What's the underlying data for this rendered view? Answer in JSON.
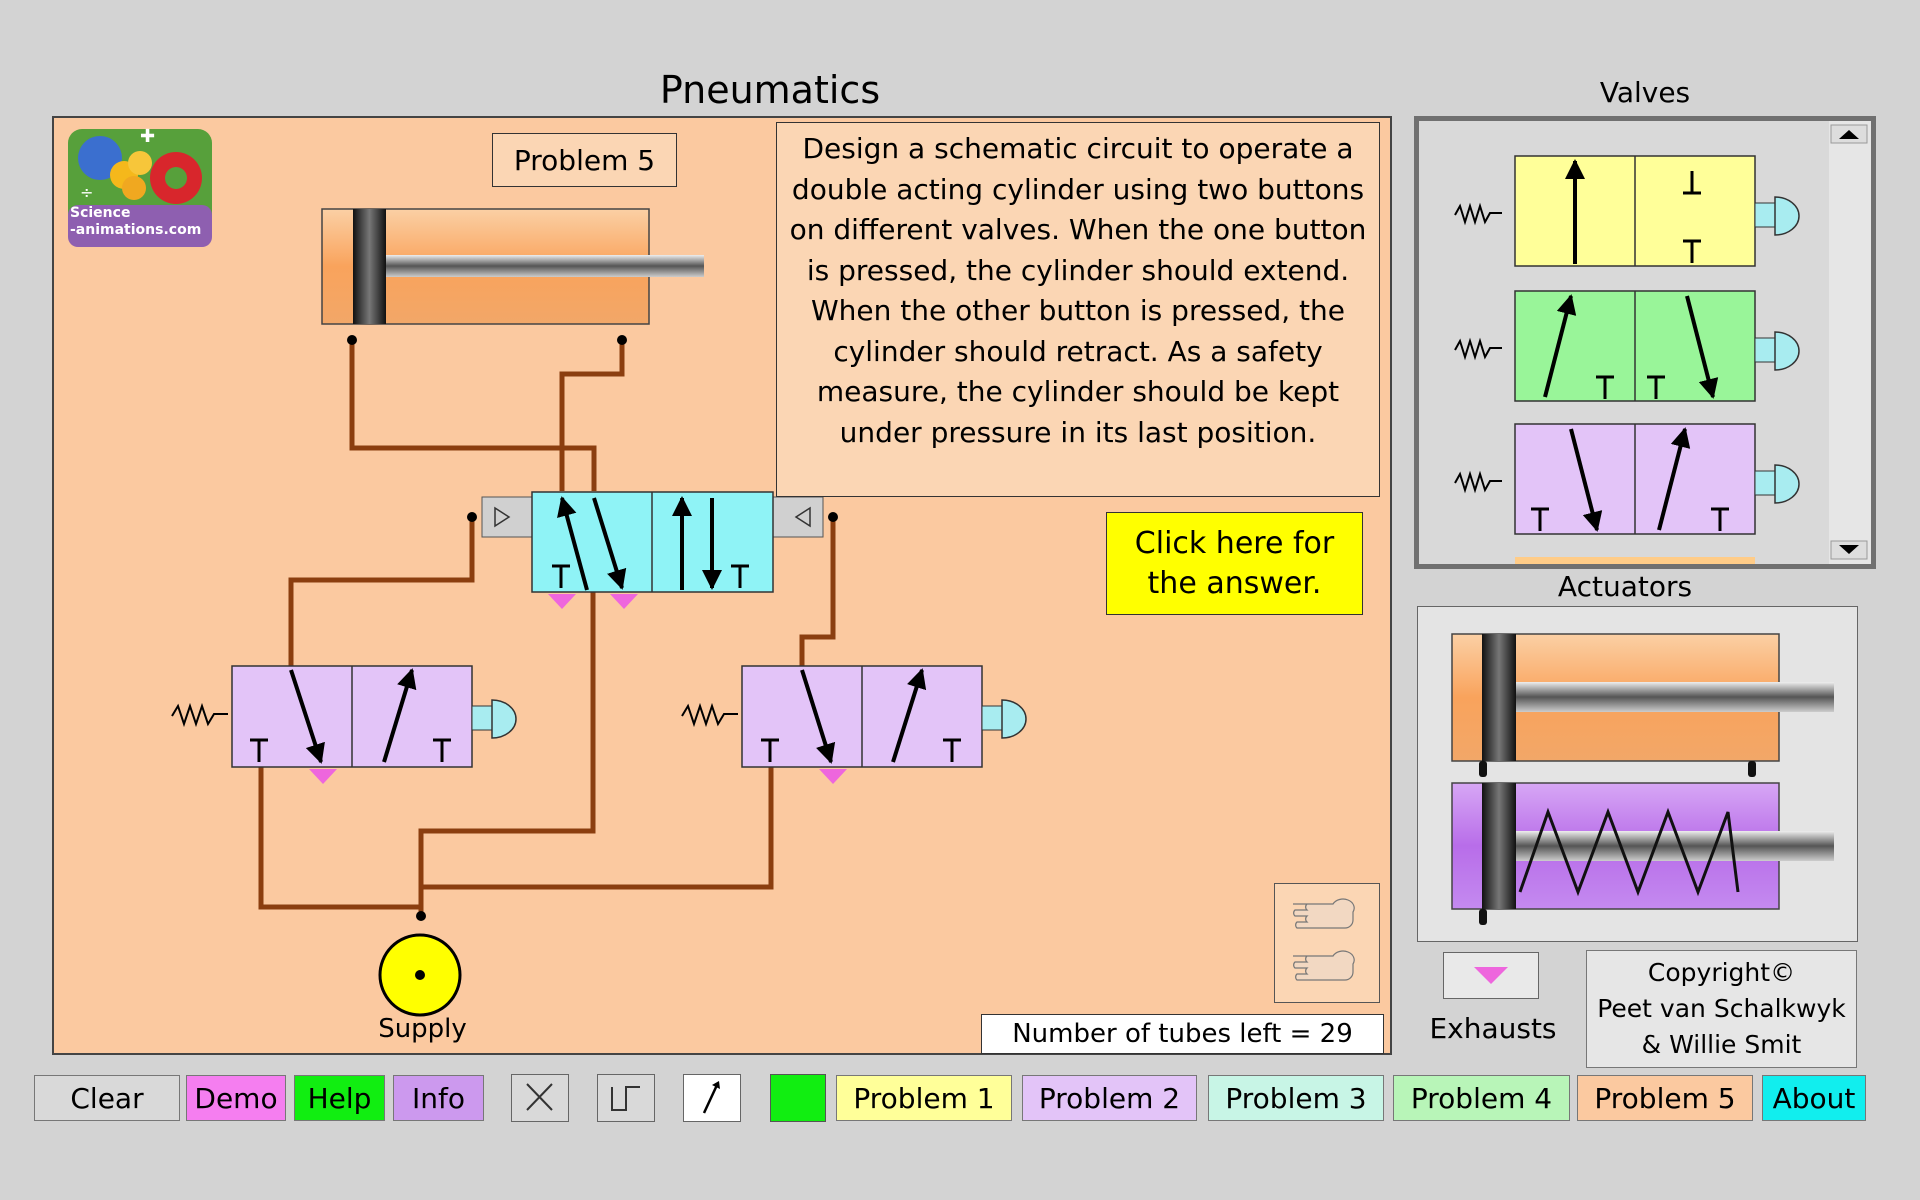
{
  "app_title": "Pneumatics",
  "problem_label": "Problem 5",
  "instructions": "Design a schematic circuit to operate a double acting cylinder using two buttons on different valves. When the one button is pressed, the cylinder should extend. When the other button is pressed, the cylinder should retract. As a safety measure, the cylinder should be kept under pressure in its last position.",
  "answer_button": "Click here for the answer.",
  "logo": {
    "line1": "Science",
    "line2": "-animations.com"
  },
  "supply_label": "Supply",
  "tubes_left": "Number of tubes left = 29",
  "valves_title": "Valves",
  "actuators_title": "Actuators",
  "exhausts_label": "Exhausts",
  "copyright": {
    "line1": "Copyright©",
    "line2": "Peet van Schalkwyk",
    "line3": "& Willie Smit"
  },
  "toolbar": {
    "clear": "Clear",
    "demo": "Demo",
    "help": "Help",
    "info": "Info",
    "problem1": "Problem 1",
    "problem2": "Problem 2",
    "problem3": "Problem 3",
    "problem4": "Problem 4",
    "problem5": "Problem 5",
    "about": "About"
  },
  "tools": [
    "delete-tool-icon",
    "tube-tool-icon",
    "pointer-tool-icon"
  ],
  "colors": {
    "canvas": "#fbc9a0",
    "tube": "#8b3e0f",
    "valve_purple": "#e3c4f8",
    "valve_cyan": "#8ff3f6",
    "valve_yellow": "#ffff99",
    "valve_green": "#99f599",
    "cylinder_orange": "#f9a35c",
    "cylinder_purple": "#c07df0",
    "exhaust": "#ee66dd",
    "answer": "#ffff00"
  }
}
